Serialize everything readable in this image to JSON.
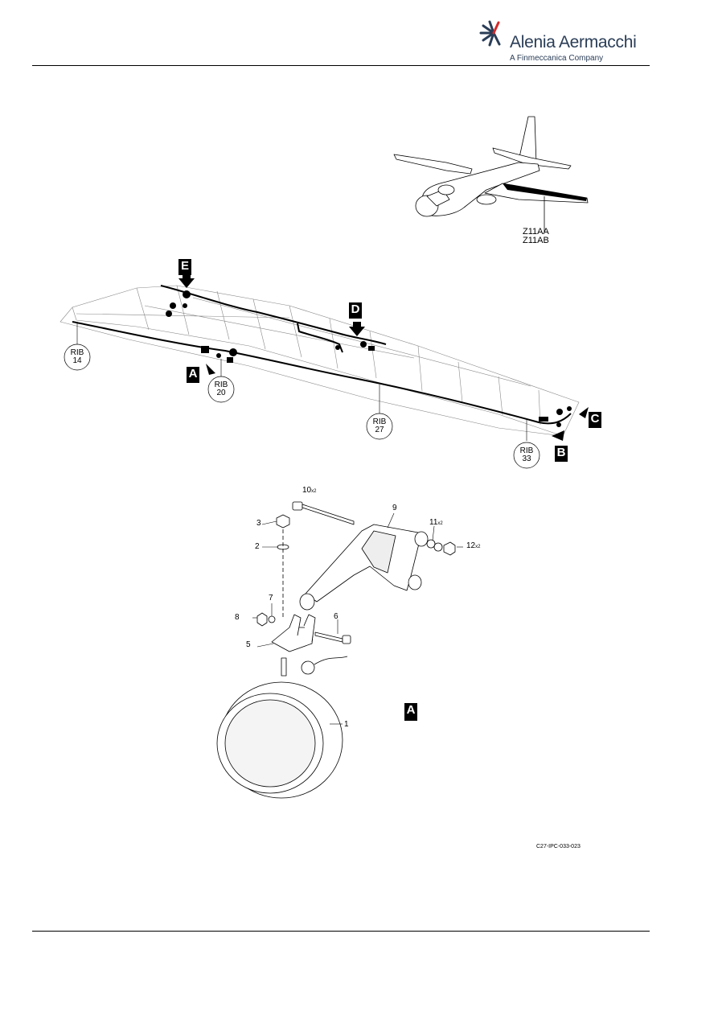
{
  "header": {
    "brand_name": "Alenia Aermacchi",
    "brand_tagline": "A Finmeccanica Company"
  },
  "aircraft_view": {
    "zone_labels": [
      "Z11AA",
      "Z11AB"
    ]
  },
  "wing_view": {
    "ribs": [
      {
        "label": "RIB",
        "number": "14"
      },
      {
        "label": "RIB",
        "number": "20"
      },
      {
        "label": "RIB",
        "number": "27"
      },
      {
        "label": "RIB",
        "number": "33"
      }
    ],
    "detail_callouts": [
      "E",
      "D",
      "A",
      "C",
      "B"
    ]
  },
  "detail_a": {
    "view_letter": "A",
    "item_numbers": [
      "1",
      "2",
      "3",
      "5",
      "6",
      "7",
      "8",
      "9",
      "10",
      "11",
      "12"
    ],
    "quantity_marks": {
      "10": "x2",
      "11": "x2",
      "12": "x2"
    }
  },
  "figure_code": "C27-IPC-033-023"
}
